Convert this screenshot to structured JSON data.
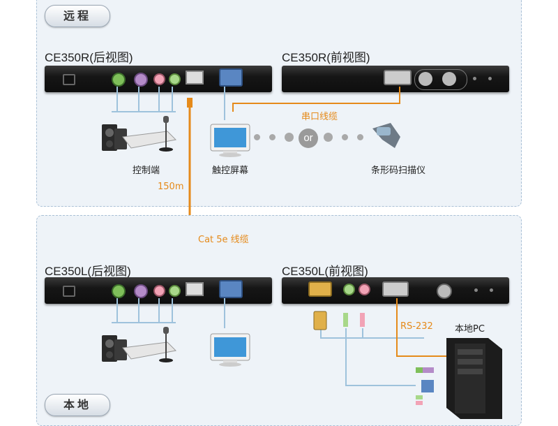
{
  "zones": {
    "remote_label": "远程",
    "local_label": "本地"
  },
  "units": {
    "remote_rear": "CE350R(后视图)",
    "remote_front": "CE350R(前视图)",
    "local_rear": "CE350L(后视图)",
    "local_front": "CE350L(前视图)"
  },
  "labels": {
    "console": "控制端",
    "touchscreen": "触控屏幕",
    "barcode_scanner": "条形码扫描仪",
    "or": "or",
    "serial_cable": "串口线缆",
    "distance": "150m",
    "cat5e_cable": "Cat 5e 线缆",
    "rs232": "RS-232",
    "local_pc": "本地PC"
  },
  "colors": {
    "accent": "#e58a1a",
    "cable_blue": "#9ec2dc",
    "zone_bg": "#eef3f8"
  }
}
